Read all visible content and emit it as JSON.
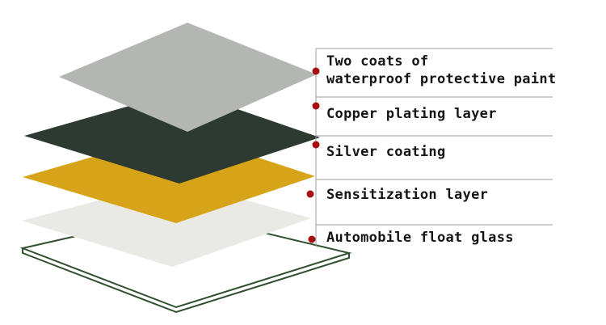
{
  "layers": [
    {
      "id": "waterproof-paint",
      "label": "Two coats of\nwaterproof protective paint",
      "color": "#b3b6b2"
    },
    {
      "id": "copper-plating",
      "label": "Copper plating layer",
      "color": "#2d3a31"
    },
    {
      "id": "silver-coating",
      "label": "Silver coating",
      "color": "#d7a318"
    },
    {
      "id": "sensitization",
      "label": "Sensitization layer",
      "color": "#e9e9e5"
    },
    {
      "id": "float-glass",
      "label": "Automobile float glass",
      "color": "#2f4f2f"
    }
  ],
  "style": {
    "marker_color": "#a50f0f",
    "line_color": "#9c9c9c",
    "text_color": "#151515",
    "background": "#ffffff"
  }
}
